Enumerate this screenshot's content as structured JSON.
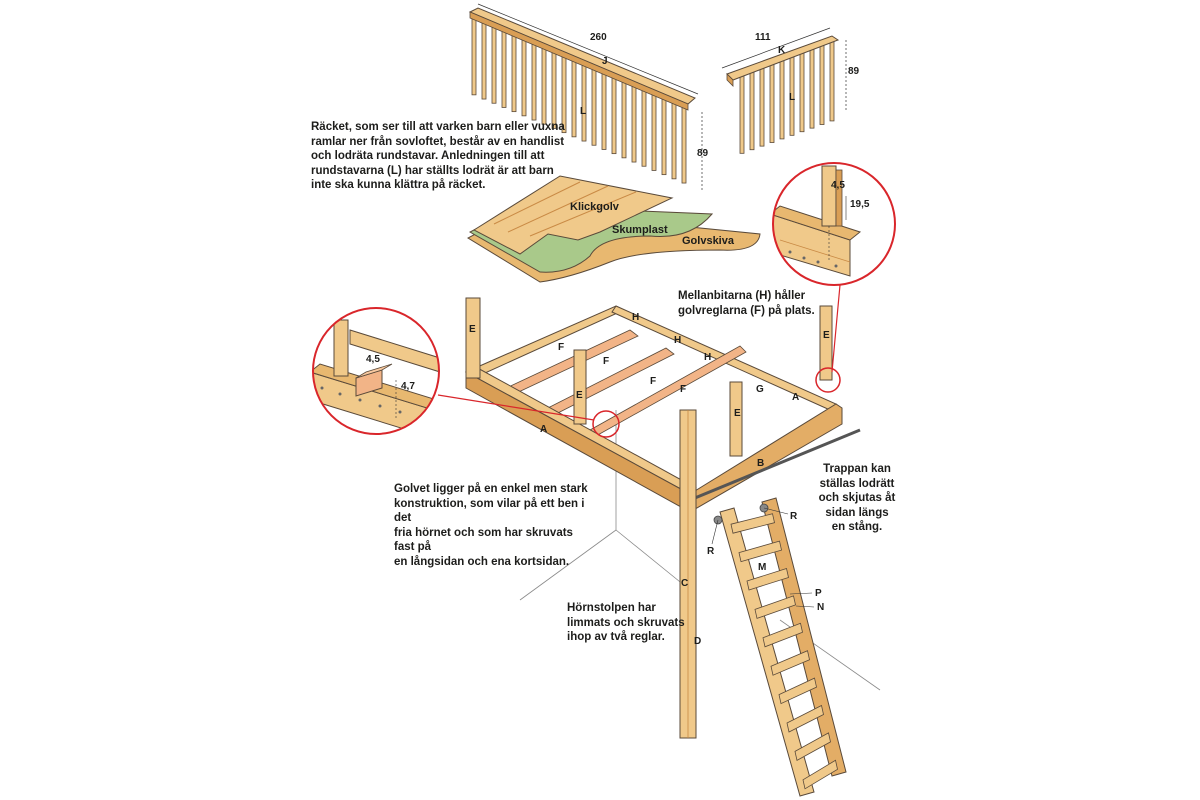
{
  "notes": {
    "railing": "Räcket, som ser till att varken barn eller vuxna\nramlar ner från sovloftet, består av en handlist\noch lodräta rundstavar. Anledningen till att\nrundstavarna (L) har ställts lodrät är att barn\ninte ska kunna klättra på räcket.",
    "spacers": "Mellanbitarna (H) håller\ngolvreglarna (F) på plats.",
    "floor": "Golvet ligger på en enkel men stark\nkonstruktion, som vilar på ett ben i det\nfria hörnet och som har skruvats fast på\nen långsidan och ena kortsidan.",
    "post": "Hörnstolpen har\nlimmats och skruvats\nihop av två reglar.",
    "ladder": "Trappan kan\nställas lodrätt\noch skjutas åt\nsidan längs\nen stång."
  },
  "floor_layers": {
    "top": "Klickgolv",
    "middle": "Skumplast",
    "bottom": "Golvskiva"
  },
  "dimensions": {
    "long_rail_length": "260",
    "long_rail_height": "89",
    "short_rail_length": "111",
    "short_rail_height": "89",
    "detail_right_width": "4,5",
    "detail_right_depth": "19,5",
    "detail_left_width": "4,5",
    "detail_left_height": "4,7"
  },
  "part_labels": {
    "A": "A",
    "B": "B",
    "C": "C",
    "D": "D",
    "E": "E",
    "F": "F",
    "G": "G",
    "H": "H",
    "J": "J",
    "K": "K",
    "L": "L",
    "M": "M",
    "N": "N",
    "P": "P",
    "R": "R"
  },
  "colors": {
    "wood": "#f0c98a",
    "wood_dark": "#d99e55",
    "wood_shade": "#c98a45",
    "outline": "#5a4a3a",
    "foam": "#a9c98a",
    "board": "#e8b870",
    "detail_circle": "#d9262b",
    "pointer": "#d9262b"
  }
}
